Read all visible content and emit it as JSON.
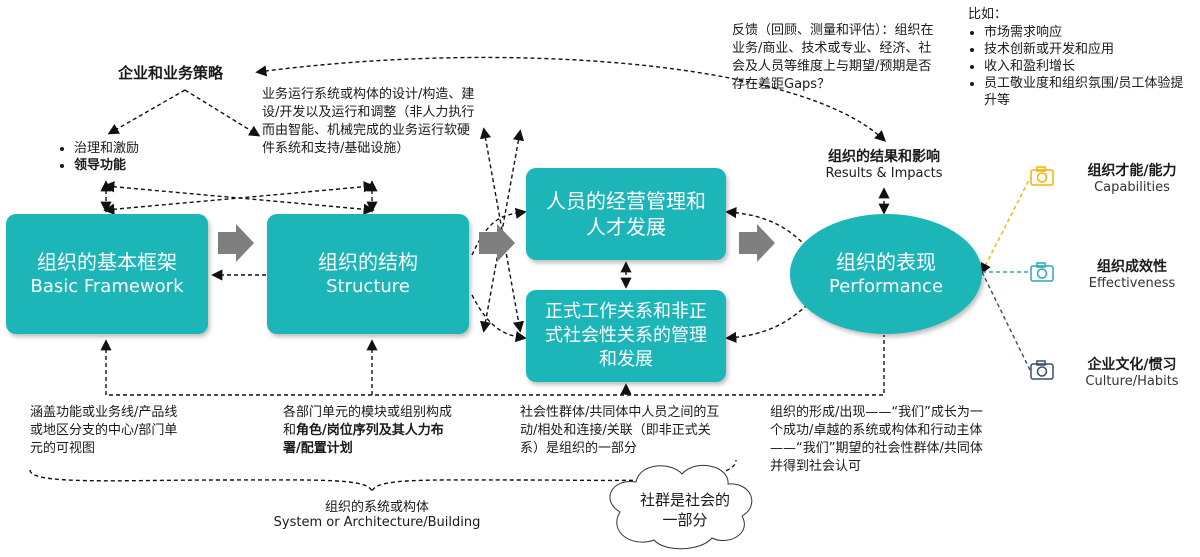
{
  "strategy": {
    "title": "企业和业务策略"
  },
  "governance": {
    "items": [
      "治理和激励",
      "领导功能"
    ]
  },
  "design_note": "业务运行系统或构体的设计/构造、建设/开发以及运行和调整（非人力执行而由智能、机械完成的业务运行软硬件系统和支持/基础设施）",
  "feedback_note": "反馈（回顾、测量和评估）：组织在业务/商业、技术或专业、经济、社会及人员等维度上与期望/预期是否存在差距Gaps？",
  "examples": {
    "title": "比如：",
    "items": [
      "市场需求响应",
      "技术创新或开发和应用",
      "收入和盈利增长",
      "员工敬业度和组织氛围/员工体验提升等"
    ]
  },
  "boxes": {
    "framework": {
      "cn": "组织的基本框架",
      "en": "Basic Framework"
    },
    "structure": {
      "cn": "组织的结构",
      "en": "Structure"
    },
    "people": {
      "cn": "人员的经营管理和人才发展"
    },
    "relations": {
      "cn": "正式工作关系和非正式社会性关系的管理和发展"
    },
    "performance": {
      "cn": "组织的表现",
      "en": "Performance"
    }
  },
  "results": {
    "cn": "组织的结果和影响",
    "en": "Results & Impacts"
  },
  "outcomes": [
    {
      "cn": "组织才能/能力",
      "en": "Capabilities",
      "icon": "camera-icon",
      "color": "#f0b400"
    },
    {
      "cn": "组织成效性",
      "en": "Effectiveness",
      "icon": "camera-icon",
      "color": "#2aa7b8"
    },
    {
      "cn": "企业文化/惯习",
      "en": "Culture/Habits",
      "icon": "camera-icon",
      "color": "#3a4f6b"
    }
  ],
  "notes": {
    "framework": "涵盖功能或业务线/产品线或地区分支的中心/部门单元的可视图",
    "structure_pre": "各部门单元的模块或组别构成和",
    "structure_bold": "角色/岗位序列及其人力布署/配置计划",
    "community": "社会性群体/共同体中人员之间的互动/相处和连接/关联（即非正式关系）是组织的一部分",
    "performance": "组织的形成/出现——“我们”成长为一个成功/卓越的系统或构体和行动主体——“我们”期望的社会性群体/共同体并得到社会认可"
  },
  "system": {
    "cn": "组织的系统或构体",
    "en": "System or Architecture/Building"
  },
  "cloud": "社群是社会的一部分",
  "colors": {
    "teal": "#1cb5b8",
    "arrow_gray": "#7f7f7f"
  }
}
